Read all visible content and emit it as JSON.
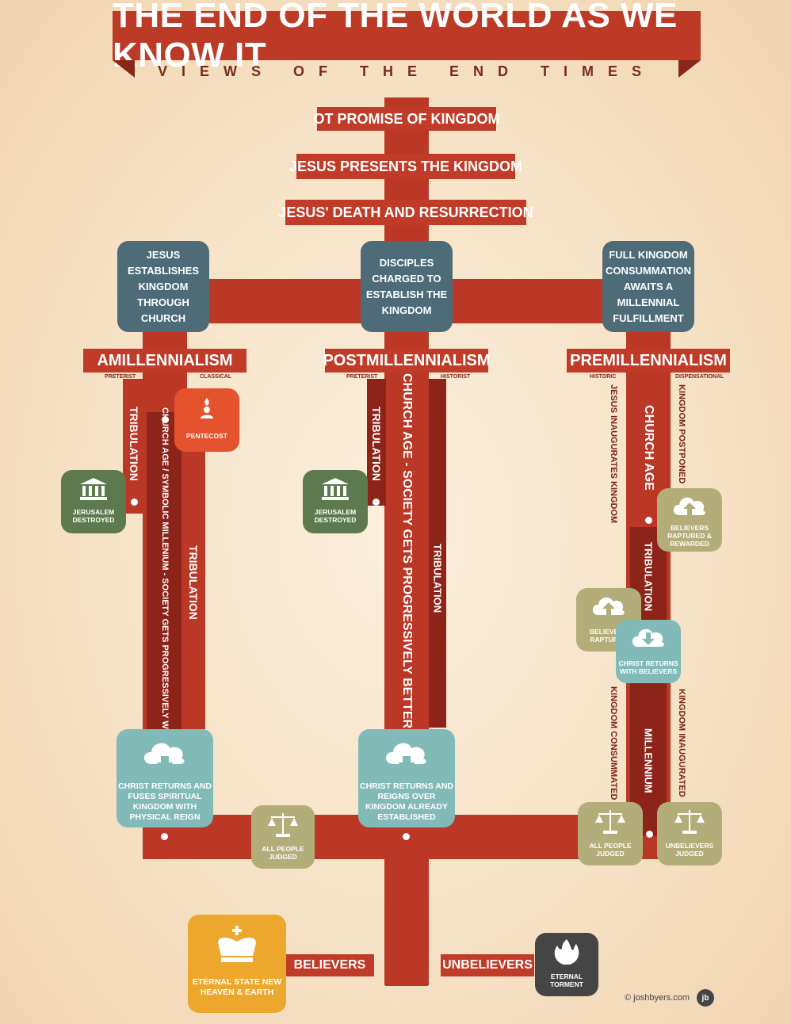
{
  "title": "THE END OF THE WORLD AS WE KNOW IT",
  "subtitle": "VIEWS OF THE END TIMES",
  "timeline": [
    "OT PROMISE OF KINGDOM",
    "JESUS PRESENTS THE KINGDOM",
    "JESUS' DEATH AND RESURRECTION"
  ],
  "views": {
    "amil": {
      "summary": "JESUS ESTABLISHES KINGDOM THROUGH CHURCH",
      "name": "AMILLENNIALISM",
      "left": "PRETERIST",
      "right": "CLASSICAL",
      "trib1": "TRIBULATION",
      "pentecost": "PENTECOST",
      "jerusalem": "JERUSALEM DESTROYED",
      "church_age": "CHURCH AGE / SYMBOLIC MILLENIUM - SOCIETY GETS PROGRESSIVELY WORSE",
      "trib2": "TRIBULATION",
      "return": "CHRIST RETURNS AND FUSES SPIRITUAL KINGDOM WITH PHYSICAL REIGN",
      "judged": "ALL PEOPLE JUDGED"
    },
    "postmil": {
      "summary": "DISCIPLES CHARGED TO ESTABLISH THE KINGDOM",
      "name": "POSTMILLENNIALISM",
      "left": "PRETERIST",
      "right": "HISTORIST",
      "trib1": "TRIBULATION",
      "jerusalem": "JERUSALEM DESTROYED",
      "church_age": "CHURCH AGE - SOCIETY GETS PROGRESSIVELY BETTER",
      "trib2": "TRIBULATION",
      "return": "CHRIST RETURNS AND REIGNS OVER KINGDOM ALREADY ESTABLISHED"
    },
    "premil": {
      "summary": "FULL KINGDOM CONSUMMATION AWAITS A MILLENNIAL FULFILLMENT",
      "name": "PREMILLENNIALISM",
      "left": "HISTORIC",
      "right": "DISPENSATIONAL",
      "inaugurates": "JESUS INAUGURATES KINGDOM",
      "church_age": "CHURCH AGE",
      "postponed": "KINGDOM POSTPONED",
      "raptured_rewarded": "BELIEVERS RAPTURED & REWARDED",
      "trib": "TRIBULATION",
      "raptured": "BELIEVERS RAPTURED",
      "returns": "CHRIST RETURNS WITH BELIEVERS",
      "consummated": "KINGDOM CONSUMMATED",
      "millennium": "MILLENNIUM",
      "inaugurated": "KINGDOM INAUGURATED",
      "all_judged": "ALL PEOPLE JUDGED",
      "unbelievers_judged": "UNBELIEVERS JUDGED"
    }
  },
  "ending": {
    "eternal_state": "ETERNAL STATE NEW HEAVEN & EARTH",
    "believers": "BELIEVERS",
    "unbelievers": "UNBELIEVERS",
    "torment": "ETERNAL TORMENT"
  },
  "credit": "© joshbyers.com"
}
